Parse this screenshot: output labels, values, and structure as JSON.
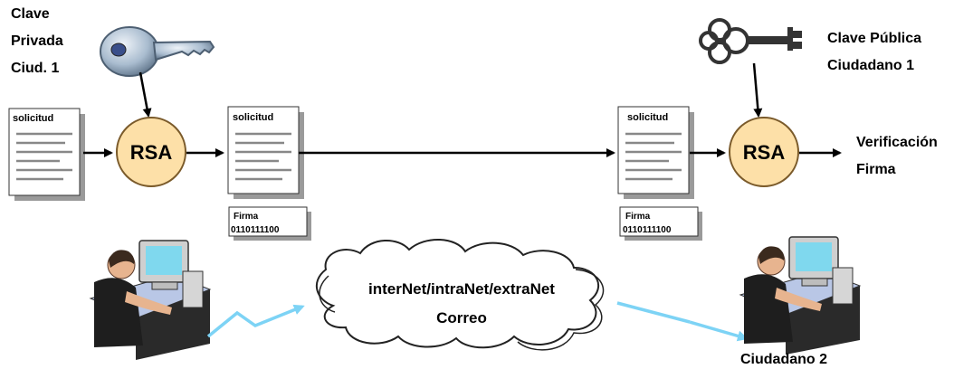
{
  "sender_key_label": [
    "Clave",
    "Privada",
    "Ciud. 1"
  ],
  "receiver_key_label": [
    "Clave Pública",
    "Ciudadano 1"
  ],
  "doc_title": "solicitud",
  "firma_label": "Firma",
  "firma_bits": "0110111100",
  "rsa_label": "RSA",
  "result_label": [
    "Verificación",
    "Firma"
  ],
  "network_label": [
    "interNet/intraNet/extraNet",
    "Correo"
  ],
  "receiver_name": "Ciudadano 2",
  "colors": {
    "rsa_fill": "#fde0a8",
    "rsa_stroke": "#7a5a2a",
    "network_link": "#7dd3f5",
    "doc_bg": "#ffffff",
    "doc_shadow": "#9a9a9a",
    "key_blue": "#9fb4cc",
    "key_dark": "#333333"
  },
  "icons": [
    "silver-key-icon",
    "antique-key-icon",
    "document-icon",
    "computer-user-icon",
    "network-cloud-icon"
  ]
}
